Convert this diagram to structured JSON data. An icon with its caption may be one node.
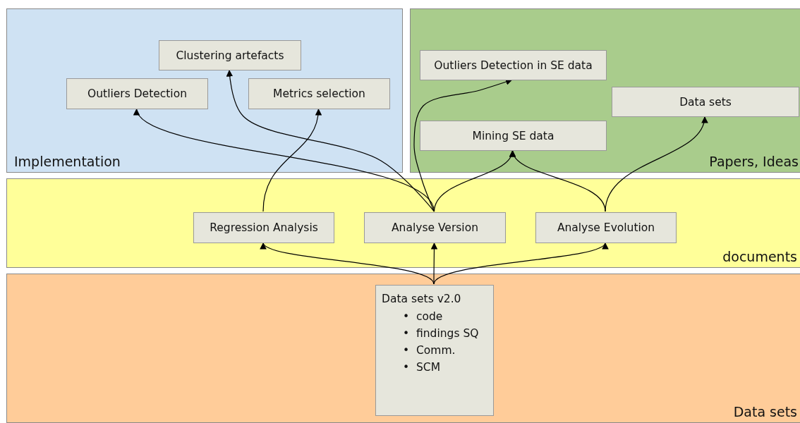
{
  "diagram": {
    "nodes": [
      {
        "text": [
          "Implementation"
        ]
      },
      {
        "text": [
          "Clustering artefacts"
        ],
        "in": 0
      },
      {
        "text": [
          "Outliers Detection"
        ],
        "in": 0
      },
      {
        "text": [
          "Metrics selection"
        ],
        "in": 0
      },
      {
        "text": [
          "Papers, Ideas"
        ]
      },
      {
        "text": [
          "Outliers Detection in SE data"
        ],
        "in": 4
      },
      {
        "text": [
          "Data sets"
        ],
        "in": 4
      },
      {
        "text": [
          "Mining SE data"
        ],
        "in": 4
      },
      {
        "text": [
          "documents"
        ]
      },
      {
        "text": [
          "Regression Analysis"
        ],
        "in": 8
      },
      {
        "text": [
          "Analyse Version"
        ],
        "in": 8
      },
      {
        "text": [
          "Analyse Evolution"
        ],
        "in": 8
      },
      {
        "text": [
          "Data sets"
        ]
      },
      {
        "text": [
          "Data sets v2.0",
          "•  code",
          "•  findings SQ",
          "•  Comm.",
          "•  SCM"
        ],
        "in": 12
      }
    ],
    "edges": [
      {
        "from": 10,
        "to": 2,
        "arrow": "to"
      },
      {
        "from": 10,
        "to": 1,
        "arrow": "to"
      },
      {
        "from": 9,
        "to": 3,
        "arrow": "to"
      },
      {
        "from": 10,
        "to": 5,
        "arrow": "to"
      },
      {
        "from": 10,
        "to": 7,
        "arrow": "to"
      },
      {
        "from": 11,
        "to": 7,
        "arrow": "to"
      },
      {
        "from": 11,
        "to": 6,
        "arrow": "to"
      },
      {
        "from": 13,
        "to": 9,
        "arrow": "to"
      },
      {
        "from": 13,
        "to": 10,
        "arrow": "to"
      },
      {
        "from": 13,
        "to": 11,
        "arrow": "to"
      }
    ]
  }
}
